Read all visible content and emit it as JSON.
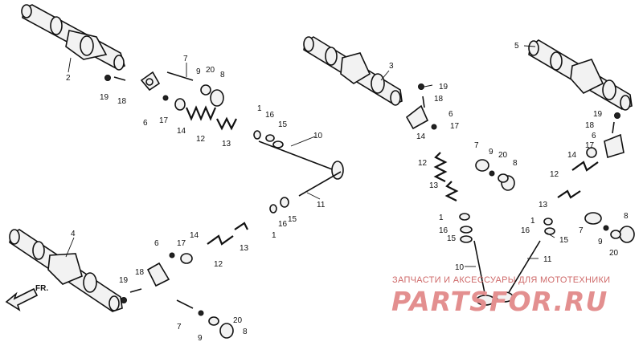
{
  "diagram": {
    "labels": [
      "1",
      "2",
      "3",
      "4",
      "5",
      "6",
      "7",
      "8",
      "9",
      "10",
      "11",
      "12",
      "13",
      "14",
      "15",
      "16",
      "17",
      "18",
      "19",
      "20"
    ],
    "front_label": "FR.",
    "watermark": {
      "line1": "ЗАПЧАСТИ И АКСЕССУАРЫ ДЛЯ МОТОТЕХНИКИ",
      "line2": "PARTSFOR.RU"
    },
    "colors": {
      "ink": "#111111",
      "watermark": "#e38f8f"
    }
  }
}
